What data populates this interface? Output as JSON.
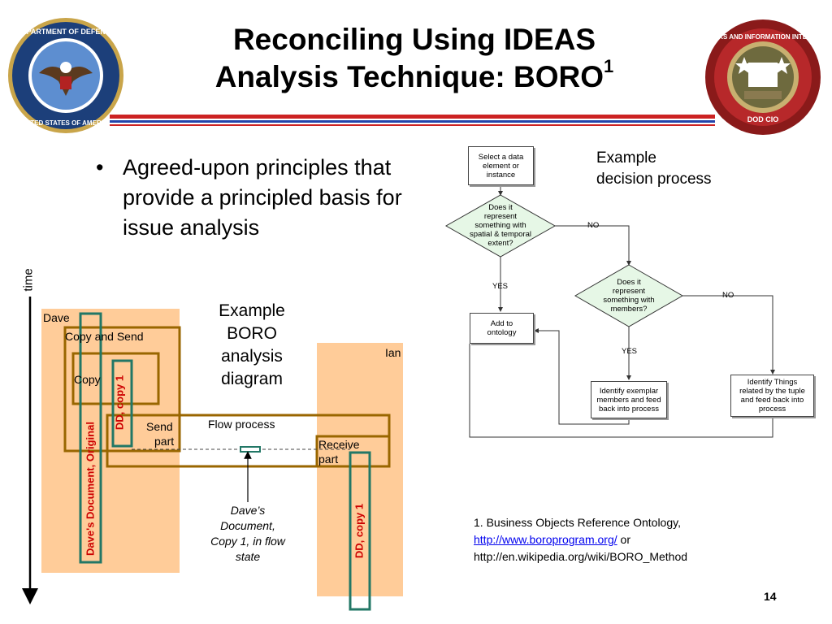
{
  "slide": {
    "title_line1": "Reconciling Using IDEAS",
    "title_line2": "Analysis Technique:  BORO",
    "title_sup": "1",
    "bullet": "Agreed-upon principles that provide a principled basis for issue analysis",
    "page_number": "14"
  },
  "colors": {
    "stripe_red": "#cc2222",
    "stripe_blue": "#2244aa",
    "peach": "#ffcc99",
    "brown": "#996600",
    "teal": "#227766",
    "flow_green": "#e6f7e6"
  },
  "seals": {
    "left": "dod-seal",
    "right": "nii-seal"
  },
  "boro": {
    "time_label": "time",
    "caption": [
      "Example",
      "BORO",
      "analysis",
      "diagram"
    ],
    "dave": "Dave",
    "copy_and_send": "Copy and Send",
    "copy": "Copy",
    "dd_copy1_left": "DD, copy 1",
    "dave_doc_original": "Dave's Document, Original",
    "send_part_1": "Send",
    "send_part_2": "part",
    "flow_process": "Flow process",
    "ian": "Ian",
    "receive_part_1": "Receive",
    "receive_part_2": "part",
    "dd_copy1_right": "DD, copy 1",
    "annotation": [
      "Dave’s",
      "Document,",
      "Copy 1, in flow",
      "state"
    ]
  },
  "flowchart": {
    "caption_line1": "Example",
    "caption_line2": "decision process",
    "start": [
      "Select a data",
      "element or",
      "instance"
    ],
    "decision1": [
      "Does it",
      "represent",
      "something with",
      "spatial & temporal",
      "extent?"
    ],
    "no1": "NO",
    "yes1": "YES",
    "add": [
      "Add to",
      "ontology"
    ],
    "decision2": [
      "Does it",
      "represent",
      "something with",
      "members?"
    ],
    "no2": "NO",
    "yes2": "YES",
    "exemplar": [
      "Identify exemplar",
      "members and feed",
      "back into process"
    ],
    "things": [
      "Identify Things",
      "related by the tuple",
      "and feed back into",
      "process"
    ]
  },
  "footnote": {
    "line1": "1. Business Objects Reference Ontology,",
    "link": "http://www.boroprogram.org/",
    "or": " or",
    "line3": "http://en.wikipedia.org/wiki/BORO_Method"
  }
}
